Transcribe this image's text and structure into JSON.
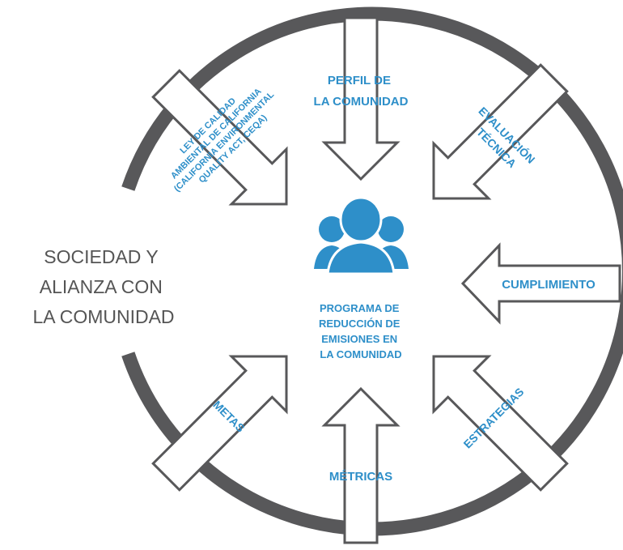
{
  "colors": {
    "ring": "#58585a",
    "arrow_stroke": "#58585a",
    "arrow_fill": "#ffffff",
    "accent_blue": "#2e8fc9",
    "outer_text": "#555555"
  },
  "outer_label": [
    "SOCIEDAD Y",
    "ALIANZA CON",
    "LA COMUNIDAD"
  ],
  "center": {
    "icon": "people-group-icon",
    "title": [
      "PROGRAMA DE",
      "REDUCCIÓN DE",
      "EMISIONES EN",
      "LA COMUNIDAD"
    ]
  },
  "arrows": {
    "perfil": [
      "PERFIL DE",
      "LA COMUNIDAD"
    ],
    "evaluacion": [
      "EVALUACIÓN",
      "TÉCNICA"
    ],
    "cumplimiento": [
      "CUMPLIMIENTO"
    ],
    "estrategias": [
      "ESTRATEGIAS"
    ],
    "metricas": [
      "MÉTRICAS"
    ],
    "metas": [
      "METAS"
    ],
    "ley": [
      "LEY DE CALIDAD",
      "AMBIENTAL DE CALIFORNIA",
      "(CALIFORNIA ENVIRONMENTAL",
      "QUALITY ACT, CEQA)"
    ]
  }
}
